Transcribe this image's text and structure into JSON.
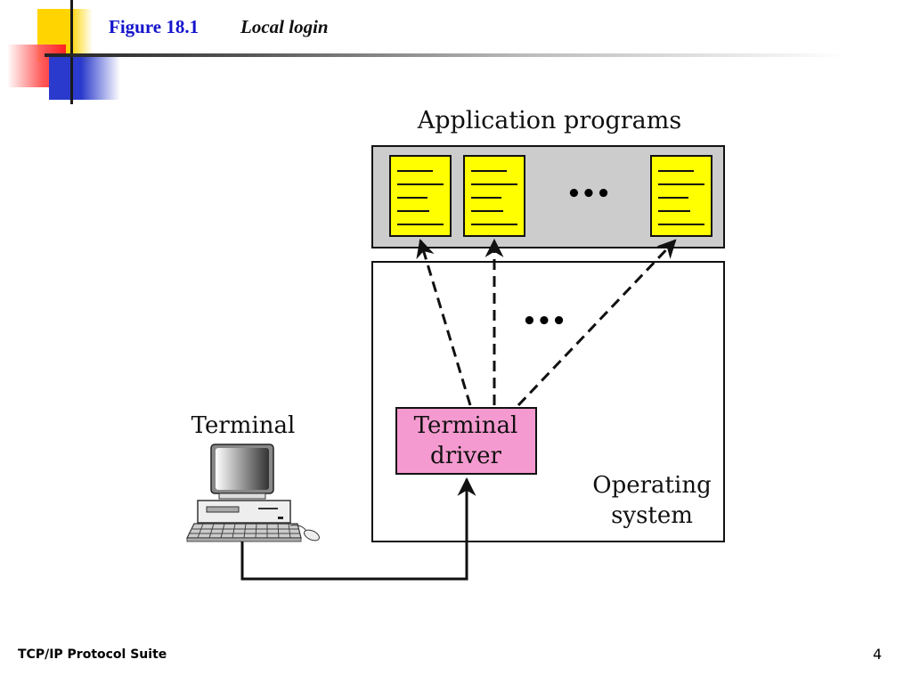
{
  "slide": {
    "figure_number": "Figure 18.1",
    "figure_title": "Local login",
    "footer_text": "TCP/IP Protocol Suite",
    "page_number": "4"
  },
  "diagram": {
    "app_programs_label": "Application programs",
    "terminal_label": "Terminal",
    "driver_label_line1": "Terminal",
    "driver_label_line2": "driver",
    "os_label_line1": "Operating",
    "os_label_line2": "system",
    "ellipsis": "•••",
    "colors": {
      "program_fill": "#ffff00",
      "app_box_fill": "#cccccc",
      "driver_fill": "#f59ad0",
      "title_blue": "#1414cc"
    }
  }
}
